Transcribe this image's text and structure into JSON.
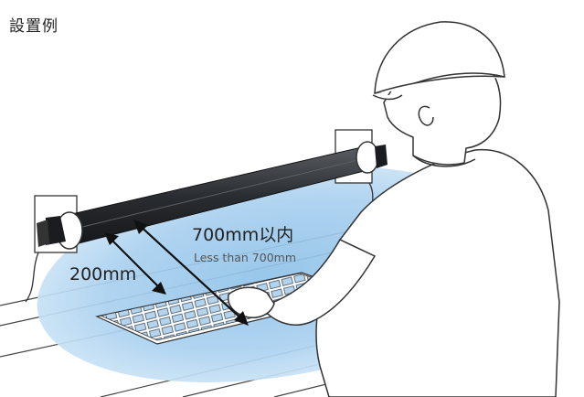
{
  "page": {
    "title": "設置例"
  },
  "labels": {
    "distance_700": "700mm以内",
    "distance_700_en": "Less than 700mm",
    "distance_200": "200mm"
  },
  "colors": {
    "light_zone": "#b9d9f1",
    "light_zone_inner": "#8fc2e8",
    "tube": "#2f3236",
    "outline": "#333333"
  },
  "icons": [
    "light-tube-icon",
    "worker-icon",
    "wall-bracket-icon"
  ]
}
